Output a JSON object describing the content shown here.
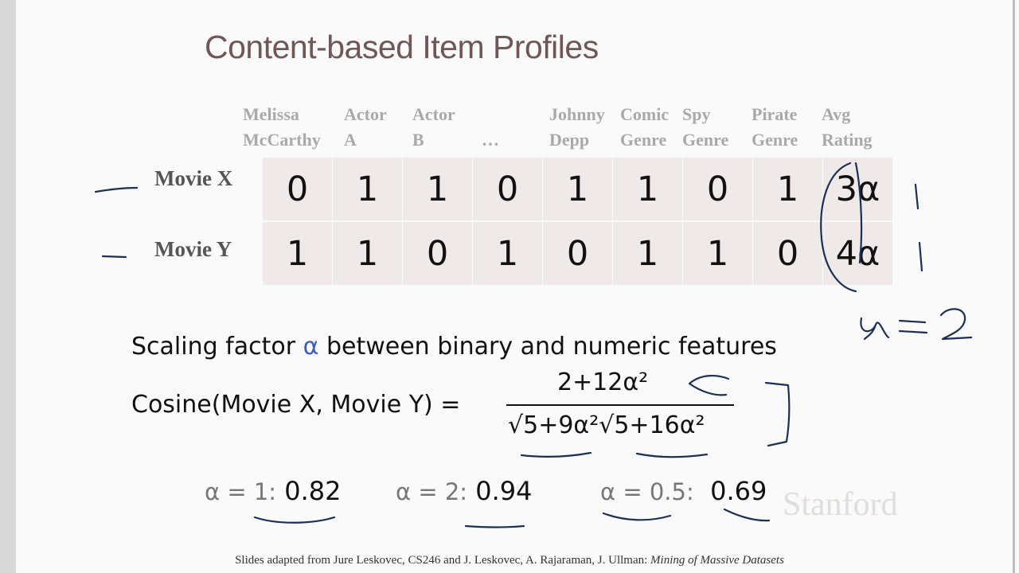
{
  "title": "Content-based Item Profiles",
  "columns": [
    {
      "line1": "Melissa",
      "line2": "McCarthy"
    },
    {
      "line1": "Actor",
      "line2": "A"
    },
    {
      "line1": "Actor",
      "line2": "B"
    },
    {
      "line1": "",
      "line2": "…"
    },
    {
      "line1": "Johnny",
      "line2": "Depp"
    },
    {
      "line1": "Comic",
      "line2": "Genre"
    },
    {
      "line1": "Spy",
      "line2": "Genre"
    },
    {
      "line1": "Pirate",
      "line2": "Genre"
    },
    {
      "line1": "Avg",
      "line2": "Rating"
    }
  ],
  "rows": [
    {
      "label": "Movie X",
      "values": [
        "0",
        "1",
        "1",
        "0",
        "1",
        "1",
        "0",
        "1",
        "3α"
      ]
    },
    {
      "label": "Movie Y",
      "values": [
        "1",
        "1",
        "0",
        "1",
        "0",
        "1",
        "1",
        "0",
        "4α"
      ]
    }
  ],
  "scaling": {
    "before": "Scaling factor ",
    "alpha": "α",
    "after": " between binary and numeric features"
  },
  "cosine": {
    "left": "Cosine(Movie X, Movie Y) =",
    "numerator": "2+12α²",
    "denominator": "√5+9α²√5+16α²"
  },
  "results": [
    {
      "label": "α = 1:",
      "value": "0.82"
    },
    {
      "label": "α = 2:",
      "value": "0.94"
    },
    {
      "label": "α = 0.5:",
      "value": "0.69"
    }
  ],
  "annotation": {
    "alpha_eq": "α = 2"
  },
  "logo": "Stanford",
  "footer": {
    "text": "Slides adapted from  Jure Leskovec, CS246 and J. Leskovec, A. Rajaraman, J. Ullman: ",
    "book": "Mining of Massive Datasets"
  }
}
